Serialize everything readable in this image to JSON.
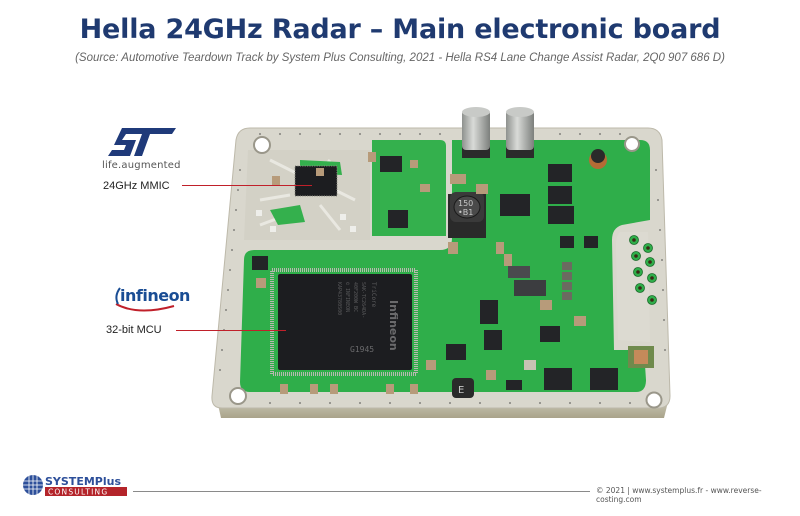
{
  "header": {
    "title": "Hella 24GHz Radar – Main electronic board",
    "subtitle": "(Source:  Automotive Teardown Track by System Plus Consulting, 2021 - Hella RS4 Lane Change Assist Radar, 2Q0 907 686 D)"
  },
  "callouts": [
    {
      "brand_logo": "st-logo",
      "brand_tagline": "life.augmented",
      "label": "24GHz MMIC",
      "line_color": "#c0202a"
    },
    {
      "brand_logo": "infineon-logo",
      "brand_name": "infineon",
      "label": "32-bit MCU",
      "line_color": "#c0202a"
    }
  ],
  "board": {
    "mcu_markings": [
      "TriCore",
      "SAK-TC264DA-",
      "40F200W BC",
      "© INFINEON",
      "KAP43780S00",
      "G1945"
    ],
    "mcu_brand": "Infineon",
    "inductor_marking_1": "150",
    "inductor_marking_2": "•B1",
    "inductor_small_marking": "E",
    "colors": {
      "pcb_green": "#2fae4a",
      "substrate": "#d8d6cc",
      "chip_black": "#1c1d20"
    }
  },
  "footer": {
    "logo_top": "SYSTEMPlus",
    "logo_bottom": "CONSULTING",
    "copyright": "© 2021 | www.systemplus.fr - www.reverse-costing.com",
    "colors": {
      "logo_blue": "#2d4f9a",
      "logo_red": "#b4242a"
    }
  }
}
